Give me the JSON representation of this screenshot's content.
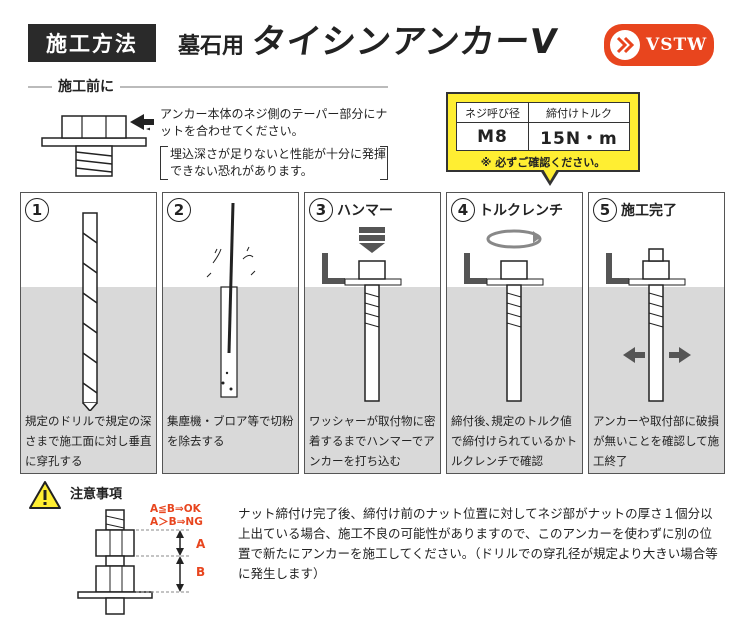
{
  "header": {
    "badge": "施工方法",
    "subtitle": "墓石用",
    "title": "タイシンアンカーV",
    "logo_text": "VSTW",
    "logo_color": "#e8451e"
  },
  "before": {
    "label": "施工前に",
    "text1": "アンカー本体のネジ側のテーパー部分にナットを合わせてください。",
    "text2": "埋込深さが足りないと性能が十分に発揮できない恐れがあります。"
  },
  "torque": {
    "col1_header": "ネジ呼び径",
    "col2_header": "締付けトルク",
    "col1_value": "M8",
    "col2_value": "15N・m",
    "note": "※ 必ずご確認ください。",
    "color": "#ffee32"
  },
  "steps": [
    {
      "num": "1",
      "title": "",
      "caption": "規定のドリルで規定の深さまで施工面に対し垂直に穿孔する"
    },
    {
      "num": "2",
      "title": "",
      "caption": "集塵機・ブロア等で切粉を除去する"
    },
    {
      "num": "3",
      "title": "ハンマー",
      "caption": "ワッシャーが取付物に密着するまでハンマーでアンカーを打ち込む"
    },
    {
      "num": "4",
      "title": "トルクレンチ",
      "caption": "締付後､規定のトルク値で締付けられているかトルクレンチで確認"
    },
    {
      "num": "5",
      "title": "施工完了",
      "caption": "アンカーや取付部に破損が無いことを確認して施工終了"
    }
  ],
  "caution": {
    "title": "注意事項",
    "rule1": "A≦B⇒OK",
    "rule2": "A＞B⇒NG",
    "label_a": "A",
    "label_b": "B",
    "text": "ナット締付け完了後、締付け前のナット位置に対してネジ部がナットの厚さ１個分以上出ている場合、施工不良の可能性がありますので、このアンカーを使わずに別の位置で新たにアンカーを施工してください。（ドリルでの穿孔径が規定より大きい場合等に発生します）",
    "accent": "#e8451e"
  }
}
